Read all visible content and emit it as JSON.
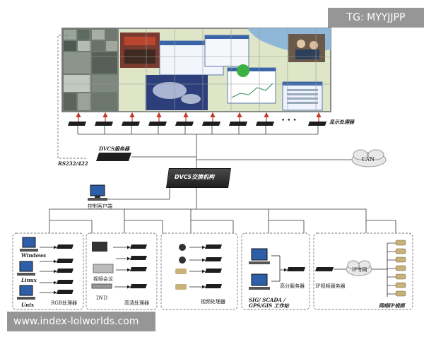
{
  "watermarks": {
    "top_right": "TG: MYYJJPP",
    "bottom_left": "www.index-lolworlds.com"
  },
  "labels": {
    "display_processor": "显示处理器",
    "dvcs_server": "DVCS服务器",
    "rs232": "RS232/422",
    "lan": "LAN",
    "dvcs_switch": "DVCS交换机构",
    "control_client": "控制客户端",
    "windows": "Windows",
    "linux": "Linux",
    "unix": "Unix",
    "rgb_processor": "RGB处理器",
    "video_conference": "视频会议",
    "dvd": "DVD",
    "hd_processor": "高清处理器",
    "video_processor": "视频处理器",
    "sig_scada": "SIG/ SCADA /",
    "gps_gis": "GPS/GIS 工作站",
    "hires_server": "高分服务器",
    "ip_video_server": "IP视频服务器",
    "ip_network": "IP专网",
    "network_ip_video": "网络IP视频",
    "ellipsis": "• • •"
  },
  "colors": {
    "wall_bezel": "#8a8a8a",
    "map_bg": "#dfe6c8",
    "water": "#8fb8d8",
    "device": "#1e1e1e",
    "dashed": "#777777",
    "arrow_red": "#c0392b",
    "cloud": "#e8e8e8"
  }
}
